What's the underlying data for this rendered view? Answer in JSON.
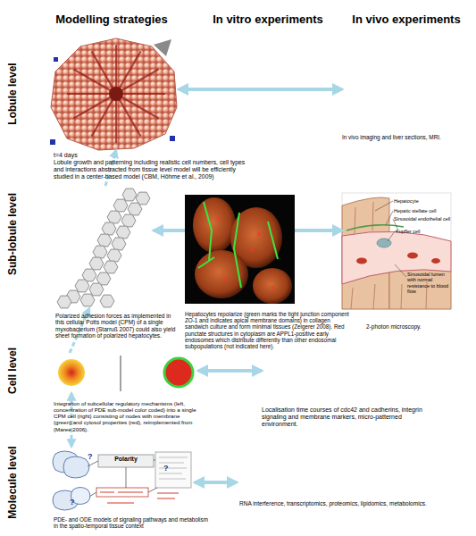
{
  "diagram": {
    "nodes": [
      {
        "text": [
          "t=4 days",
          "Lobule growth and patterning including realistic cell numbers, cell types and interactions abstracted from tissue level model will be efficiently studied in a center-based model (CBM, Höhme et al., 2009)"
        ]
      },
      {
        "text": [
          "In vivo imaging and liver sections, MRI."
        ]
      },
      {
        "text": [
          "Polarized adhesion forces as implemented in this cellular Potts model (CPM) of a single myxobacterium (Starruß 2007) could also yield sheet formation of polarized hepatocytes."
        ]
      },
      {
        "text": [
          "Hepatocytes repolarize (green marks the tight junction component ZO-1 and indicates apical membrane domains) in collagen sandwich culture and form minimal tissues (Zeigerer 2008). Red punctate structures in cytoplasm are APPL1-positive early endosomes which distribute differently than other endosomal subpopulations (not indicated here)."
        ]
      },
      {
        "text": [
          "Hepatocyte",
          "Hepatic stellate cell",
          "Sinusoidal endothelial cell",
          "Kupffer cell",
          "Sinusoidal lumen with normal resistance to blood flow",
          "2-photon microscopy."
        ]
      },
      {
        "text": [
          "Integration of subcellular regulatory mechanisms (left, concentration of PDE sub-model color coded) into a single CPM cell (right) consisting of nodes with membrane (green) and cytosol properties (red), reimplemented from (Maree 2006)."
        ]
      },
      {
        "text": [
          "Localisation time courses of cdc42 and cadherins, integrin signaling and membrane markers, micro-patterned environment."
        ]
      },
      {
        "text": [
          "Polarity",
          "?",
          "?",
          "?",
          "PDE- and ODE models of signaling pathways and metabolism in the spatio-temporal tissue context"
        ]
      },
      {
        "text": [
          "RNA interference, transcriptomics, proteomics, lipidomics, metabolomics."
        ]
      }
    ],
    "edges": [
      {
        "from": 0,
        "to": 1,
        "arrow": "both"
      },
      {
        "from": 3,
        "to": 2,
        "arrow": "to"
      },
      {
        "from": 3,
        "to": 4,
        "arrow": "to"
      },
      {
        "from": 5,
        "to": 6,
        "arrow": "both"
      },
      {
        "from": 7,
        "to": 8,
        "arrow": "both"
      },
      {
        "from": 2,
        "to": 0,
        "arrow": "to"
      },
      {
        "from": 5,
        "to": 2,
        "arrow": "to"
      },
      {
        "from": 7,
        "to": 5,
        "arrow": "both"
      }
    ],
    "labels": [
      "Modelling strategies",
      "In vitro experiments",
      "In vivo experiments",
      "Lobule level",
      "Sub-lobule level",
      "Cell level",
      "Molecule level"
    ]
  }
}
